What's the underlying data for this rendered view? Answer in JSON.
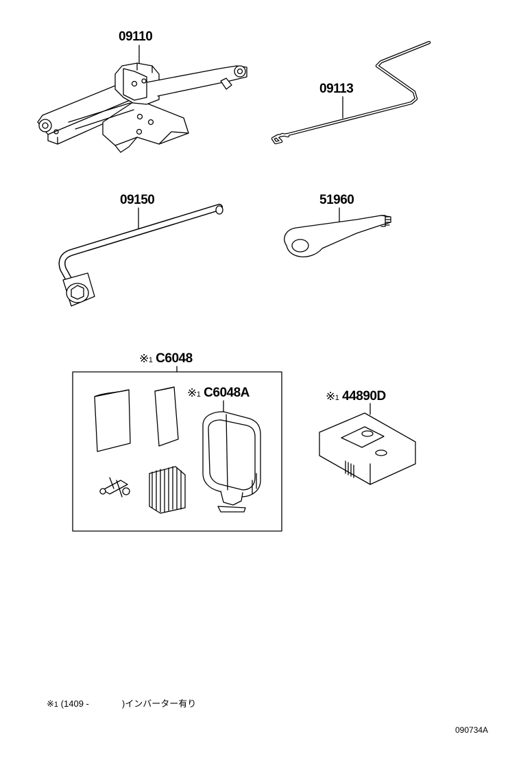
{
  "parts": {
    "jack": {
      "code": "09110"
    },
    "jack_handle": {
      "code": "09113"
    },
    "wheel_wrench": {
      "code": "09150"
    },
    "towing_eye": {
      "code": "51960"
    },
    "repair_kit": {
      "mark": "※",
      "note_ref": "1",
      "code": "C6048"
    },
    "compressor": {
      "mark": "※",
      "note_ref": "1",
      "code": "C6048A"
    },
    "inverter": {
      "mark": "※",
      "note_ref": "1",
      "code": "44890D"
    }
  },
  "footnote": {
    "mark": "※",
    "ref": "1",
    "open_paren": "(",
    "range": "1409 -",
    "text": ")インバーター有り"
  },
  "diagram_id": "090734A"
}
